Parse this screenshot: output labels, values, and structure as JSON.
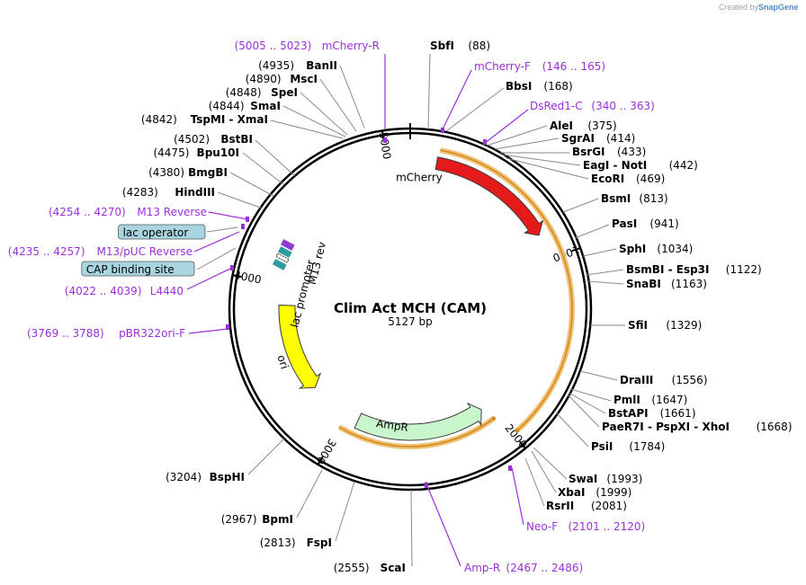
{
  "credit": {
    "prefix": "Created by",
    "brand": "SnapGene"
  },
  "plasmid": {
    "name": "Clim Act MCH (CAM)",
    "length_label": "5127 bp",
    "length": 5127
  },
  "tick_labels": [
    "1000",
    "2000",
    "3000",
    "4000",
    "5000"
  ],
  "features": [
    {
      "name": "mCherry",
      "color": "#e51b1b",
      "start": 146,
      "end": 857,
      "direction": "forward",
      "label_color": "#ffffff"
    },
    {
      "name": "AmpR",
      "color": "#c9f5cd",
      "start": 2061,
      "end": 2921,
      "direction": "reverse",
      "label_color": "#000000"
    },
    {
      "name": "ori",
      "color": "#ffff00",
      "start": 3282,
      "end": 3870,
      "direction": "reverse",
      "label_color": "#000000"
    },
    {
      "name": "lac promoter",
      "color": "#ffffff",
      "start": 4109,
      "end": 4139,
      "direction": "reverse",
      "label_color": "#000000"
    },
    {
      "name": "M13 rev",
      "color": "#ffffff",
      "start": 4258,
      "end": 4274,
      "direction": "reverse",
      "label_color": "#000000"
    }
  ],
  "right_labels": [
    {
      "name": "SbfI",
      "pos": "(88)"
    },
    {
      "name": "mCherry-F",
      "pos": "(146 .. 165)",
      "primer": true
    },
    {
      "name": "BbsI",
      "pos": "(168)"
    },
    {
      "name": "DsRed1-C",
      "pos": "(340 .. 363)",
      "primer": true
    },
    {
      "name": "AleI",
      "pos": "(375)"
    },
    {
      "name": "SgrAI",
      "pos": "(414)"
    },
    {
      "name": "BsrGI",
      "pos": "(433)"
    },
    {
      "name": "EagI - NotI",
      "pos": "(442)"
    },
    {
      "name": "EcoRI",
      "pos": "(469)"
    },
    {
      "name": "BsmI",
      "pos": "(813)"
    },
    {
      "name": "PasI",
      "pos": "(941)"
    },
    {
      "name": "SphI",
      "pos": "(1034)"
    },
    {
      "name": "BsmBI - Esp3I",
      "pos": "(1122)"
    },
    {
      "name": "SnaBI",
      "pos": "(1163)"
    },
    {
      "name": "SfiI",
      "pos": "(1329)"
    },
    {
      "name": "DraIII",
      "pos": "(1556)"
    },
    {
      "name": "PmlI",
      "pos": "(1647)"
    },
    {
      "name": "BstAPI",
      "pos": "(1661)"
    },
    {
      "name": "PaeR7I - PspXI - XhoI",
      "pos": "(1668)"
    },
    {
      "name": "PsiI",
      "pos": "(1784)"
    },
    {
      "name": "SwaI",
      "pos": "(1993)"
    },
    {
      "name": "XbaI",
      "pos": "(1999)"
    },
    {
      "name": "RsrII",
      "pos": "(2081)"
    },
    {
      "name": "Neo-F",
      "pos": "(2101 .. 2120)",
      "primer": true
    },
    {
      "name": "Amp-R",
      "pos": "(2467 .. 2486)",
      "primer": true
    }
  ],
  "left_labels": [
    {
      "name": "ScaI",
      "pos": "(2555)"
    },
    {
      "name": "FspI",
      "pos": "(2813)"
    },
    {
      "name": "BpmI",
      "pos": "(2967)"
    },
    {
      "name": "BspHI",
      "pos": "(3204)"
    },
    {
      "name": "pBR322ori-F",
      "pos": "(3769 .. 3788)",
      "primer": true
    },
    {
      "name": "L4440",
      "pos": "(4022 .. 4039)",
      "primer": true
    },
    {
      "name": "CAP binding site",
      "boxed": true
    },
    {
      "name": "M13/pUC Reverse",
      "pos": "(4235 .. 4257)",
      "primer": true
    },
    {
      "name": "lac operator",
      "boxed": true
    },
    {
      "name": "M13 Reverse",
      "pos": "(4254 .. 4270)",
      "primer": true
    },
    {
      "name": "HindIII",
      "pos": "(4283)"
    },
    {
      "name": "BmgBI",
      "pos": "(4380)"
    },
    {
      "name": "Bpu10I",
      "pos": "(4475)"
    },
    {
      "name": "BstBI",
      "pos": "(4502)"
    },
    {
      "name": "TspMI - XmaI",
      "pos": "(4842)"
    },
    {
      "name": "SmaI",
      "pos": "(4844)"
    },
    {
      "name": "SpeI",
      "pos": "(4848)"
    },
    {
      "name": "MscI",
      "pos": "(4890)"
    },
    {
      "name": "BanII",
      "pos": "(4935)"
    },
    {
      "name": "mCherry-R",
      "pos": "(5005 .. 5023)",
      "primer": true
    }
  ]
}
